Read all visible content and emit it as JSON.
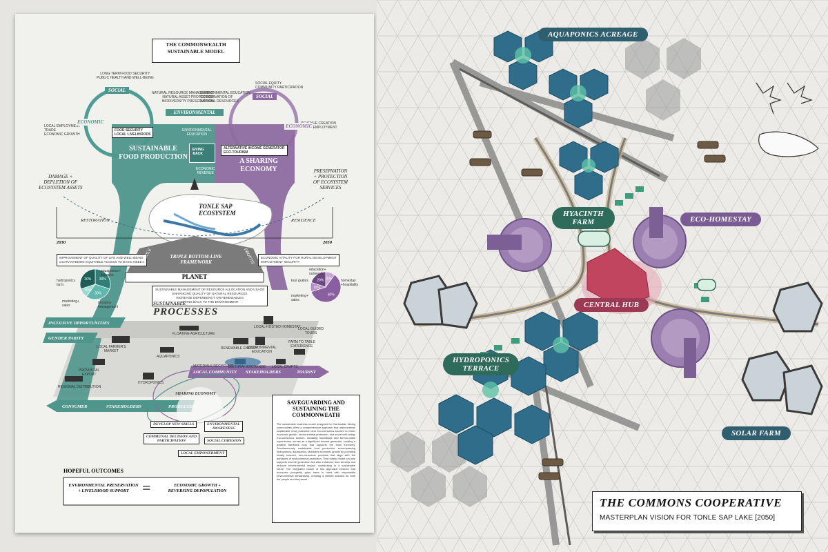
{
  "poster": {
    "title_line1": "THE COMMONWEALTH",
    "title_line2": "SUSTAINABLE MODEL",
    "top_notes": {
      "social_left": "LONG TERM FOOD SECURITY\nPUBLIC HEALTH AND WELL-BEING",
      "natural_mgmt": "NATURAL RESOURCE MANAGEMENT\nNATURAL ASSET PROTECTION\nBIODIVERSITY PRESERVATION",
      "env_edu": "ENVIRONMENTAL EDUCATION\nCONSERVATION OF\nNATURAL RESOURCES",
      "social_right": "SOCIAL EQUITY\nCOMMUNITY PARTICIPATION",
      "econ_left": "LOCAL EMPLOYMENT\nTRADE\nECONOMIC GROWTH",
      "econ_right": "REVENUE CREATION\nLOCAL EMPLOYMENT"
    },
    "labels": {
      "social": "SOCIAL",
      "economic": "ECONOMIC",
      "environmental": "ENVIRONMENTAL",
      "food_security": "FOOD SECURITY\nLOCAL LIVELIHOODS",
      "env_education": "ENVIRONMENTAL\nEDUCATION",
      "giving_back": "GIVING\nBACK",
      "economic_revenue": "ECONOMIC\nREVENUE",
      "alt_income": "ALTERNATIVE INCOME GENERATOR\nECO-TOURISM",
      "sfp": "SUSTAINABLE\nFOOD PRODUCTION",
      "sharing": "A SHARING\nECONOMY",
      "damage": "DAMAGE +\nDEPLETION OF\nECOSYSTEM ASSETS",
      "preservation": "PRESERVATION\n+ PROTECTION\nOF ECOSYSTEM\nSERVICES",
      "tonle": "TONLE SAP\nECOSYSTEM",
      "restoration": "RESTORATION",
      "resilience": "RESILIENCE",
      "year_2030": "2030",
      "year_2050": "2050",
      "improvement": "IMPROVEMENT OF QUALITY OF LIFE AND WELL-BEING\nGUARANTEEING EQUITABLE ACCESS TO BASIC NEEDS",
      "economic_vitality": "ECONOMIC VITALITY FOR RURAL DEVELOPMENT\nEMPLOYMENT SECURITY",
      "triple": "TRIPLE BOTTOM-LINE\nFRAMEWORK",
      "people": "PEOPLE",
      "profits": "PROFITS",
      "planet": "PLANET",
      "planet_notes": "SUSTAINABLE MANAGEMENT OF RESOURCE ALLOCATION AND USAGE\nENHANCING QUALITY OF NATURAL RESOURCES\nINCREASE DEPENDENCY ON RENEWABLES\nGIVING BACK TO THE ENVIRONMENT",
      "sustainable": "SUSTAINABLE",
      "processes": "PROCESSES",
      "inclusive": "INCLUSIVE OPPORTUNITIES",
      "gender": "GENDER PARITY",
      "local_market": "LOCAL FARMER'S\nMARKET",
      "provincial": "PROVINCIAL\nEXPORT",
      "regional": "REGIONAL DISTRIBUTION",
      "floating": "FLOATING AGRICULTURE",
      "renewable": "RENEWABLE ENERGY",
      "aquaponics": "AQUAPONICS",
      "materials": "MATERIALS RECYCLING",
      "hydroponics": "HYDROPONICS",
      "homestay": "LOCAL-HOSTED HOMESTAY",
      "guided": "LOCAL GUIDED\nTOURS",
      "env_edu2": "ENVIRONMENTAL\nEDUCATION",
      "farm_table": "FARM TO TABLE\nEXPERIENCE",
      "cultural": "CULTURAL EXCHANGE",
      "crafts": "LOCAL CRAFTS",
      "local_community": "LOCAL COMMUNITY",
      "stakeholders": "STAKEHOLDERS",
      "tourist": "TOURIST",
      "sharing_economy": "SHARING ECONOMY",
      "consumer": "CONSUMER",
      "producer": "PRODUCER",
      "develop_skills": "DEVELOP NEW SKILLS",
      "env_awareness": "ENVIRONMENTAL\nAWARENESS",
      "communal": "COMMUNAL DECISION AND\nPARTICIPATION",
      "social_cohesion": "SOCIAL COHESION",
      "local_empower": "LOCAL EMPOWERMENT",
      "hopeful": "HOPEFUL OUTCOMES",
      "eq_left": "ENVIRONMENTAL PRESERVATION\n+ LIVELIHOOD SUPPORT",
      "eq_sign": "=",
      "eq_right": "ECONOMIC GROWTH +\nREVERSING DEPOPULATION"
    },
    "pie_left": {
      "slices": [
        {
          "label": "aquaponics+\nfisheries",
          "pct": "30%",
          "value": 30,
          "color": "#2f7f78"
        },
        {
          "label": "resource\nmanagement",
          "pct": "30%",
          "value": 30,
          "color": "#5fb7ad"
        },
        {
          "label": "marketing+\nsales",
          "pct": "10%",
          "value": 10,
          "color": "#9fd8d0"
        },
        {
          "label": "hydroponics\nfarm",
          "pct": "30%",
          "value": 30,
          "color": "#1e5e58"
        }
      ]
    },
    "pie_right": {
      "slices": [
        {
          "label": "education+\noutreach",
          "pct": "10%",
          "value": 10,
          "color": "#c9a5d6"
        },
        {
          "label": "homestay\n+hospitality",
          "pct": "60%",
          "value": 60,
          "color": "#8a5fa0"
        },
        {
          "label": "marketing+\nsales",
          "pct": "10%",
          "value": 10,
          "color": "#b48dc4"
        },
        {
          "label": "tour guides",
          "pct": "20%",
          "value": 20,
          "color": "#6d4684"
        }
      ]
    },
    "sidebox": {
      "title": "SAVEGUARDING AND\nSUSTAINING THE\nCOMMONWEATH",
      "body": "The sustainable business model designed for Cambodian fishing communities offers a comprehensive approach that interconnects sustainable food production and eco-conscious tourism to foster economic growth, environmental protection, and social well-being. Eco-conscious tourism, including homestays and farm-to-table experiences, serves as a significant income generator, creating a positive feedback loop that supports the local economy. Simultaneously, sustainable food production, encompassing hydroponics, aquaponics, facilitates economic growth by providing locally sourced, eco-conscious products that align with the principles of environmental protection. This holistic model not only supports income generation but also enhances food security and reduces environmental impact, contributing to a sustainable future. The integrated nature of this approach ensures that economic prosperity goes hand in hand with responsible environmental stewardship, creating a definite solution for both the people and the planet."
    }
  },
  "map": {
    "aquaponics_acreage": "AQUAPONICS ACREAGE",
    "hyacinth_farm": "HYACINTH\nFARM",
    "eco_homestay": "ECO-HOMESTAY",
    "central_hub": "CENTRAL HUB",
    "hydroponics_terrace": "HYDROPONICS\nTERRACE",
    "solar_farm": "SOLAR FARM",
    "title": "THE COMMONS COOPERATIVE",
    "subtitle": "MASTERPLAN VISION FOR TONLE SAP LAKE  [2050]"
  },
  "colors": {
    "teal": "#3f8f86",
    "purple": "#8c6a9e",
    "blue_petal": "#2e6f8c",
    "dark_pill": "#2f5f6f",
    "green_pill": "#2f6b5a",
    "violet_pill": "#7a5b94"
  }
}
